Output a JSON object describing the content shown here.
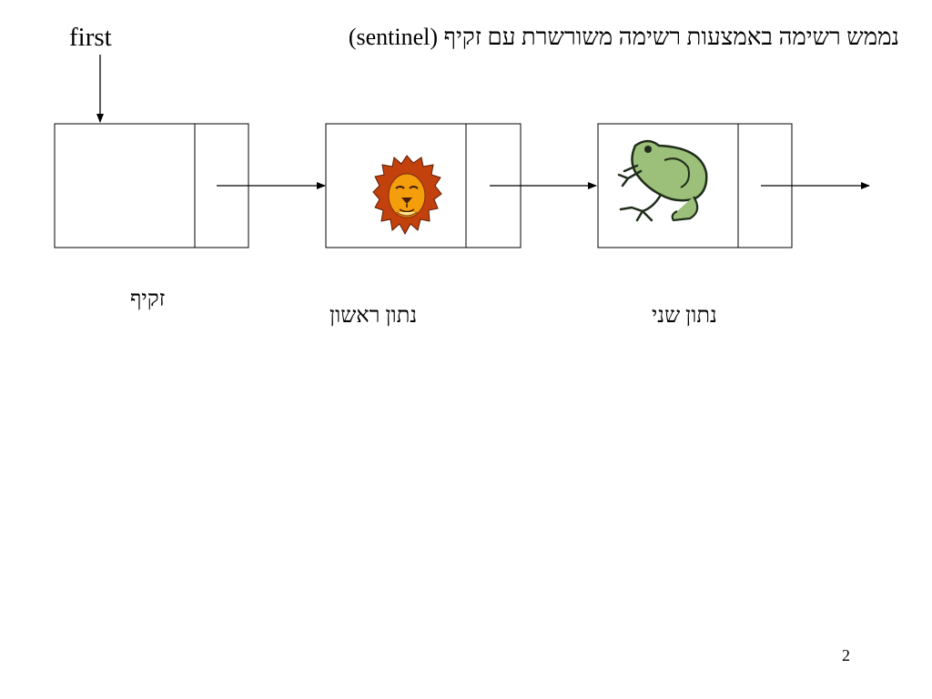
{
  "slide": {
    "title": "נממש רשימה באמצעות רשימה משורשרת עם זקיף  (sentinel)",
    "pointer_label": "first",
    "page_number": "2"
  },
  "nodes": [
    {
      "caption": "זקיף",
      "content_icon": ""
    },
    {
      "caption": "נתון ראשון",
      "content_icon": "lion-icon"
    },
    {
      "caption": "נתון שני",
      "content_icon": "frog-icon"
    }
  ],
  "colors": {
    "line": "#000000",
    "background": "#ffffff",
    "lion_mane": "#c2410c",
    "lion_face": "#f59e0b",
    "frog_body": "#9cbf7a",
    "frog_outline": "#1f2d1a"
  }
}
